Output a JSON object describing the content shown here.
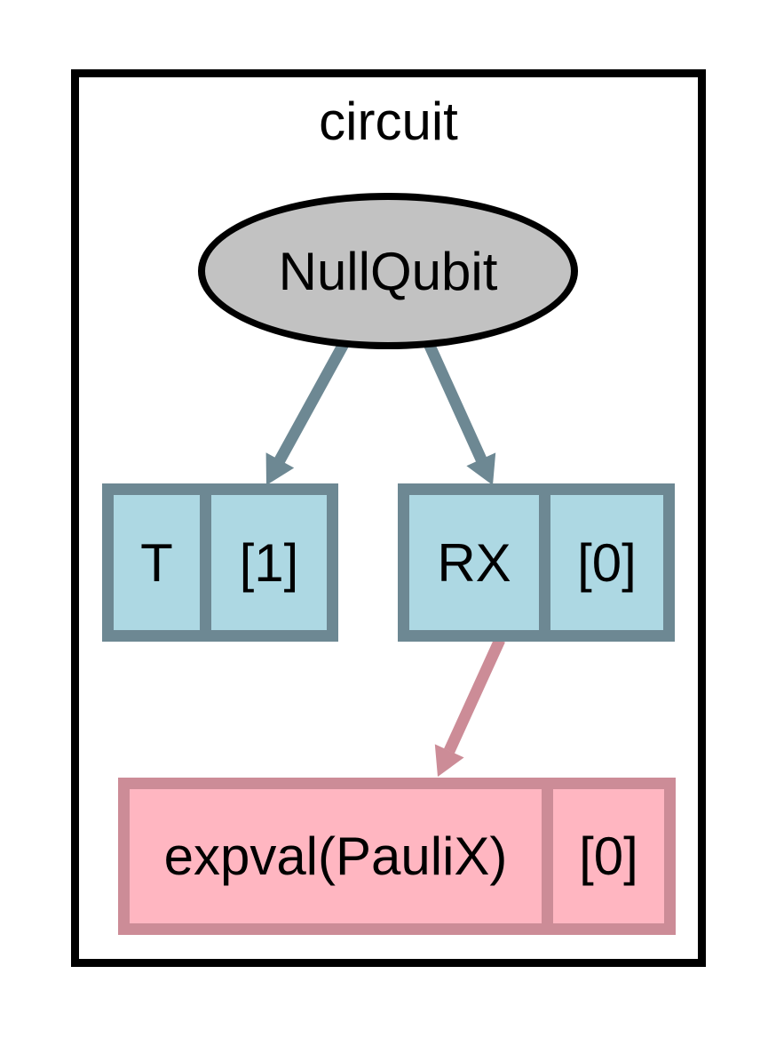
{
  "colors": {
    "background": "#FFFFFF",
    "text": "#000000",
    "cluster_border": "#000000",
    "device_fill": "#C2C2C2",
    "device_border": "#000000",
    "gate_fill": "#ADD8E3",
    "gate_border": "#6D8893",
    "measure_fill": "#FFB6C1",
    "measure_border": "#CC8C97"
  },
  "diagram": {
    "cluster_title": "circuit",
    "device": {
      "label": "NullQubit"
    },
    "nodes": [
      {
        "op": "T",
        "wires": "[1]"
      },
      {
        "op": "RX",
        "wires": "[0]"
      },
      {
        "op": "expval(PauliX)",
        "wires": "[0]"
      }
    ],
    "edges": [
      {
        "from": "NullQubit",
        "to": "T"
      },
      {
        "from": "NullQubit",
        "to": "RX"
      },
      {
        "from": "RX",
        "to": "expval(PauliX)"
      }
    ]
  }
}
